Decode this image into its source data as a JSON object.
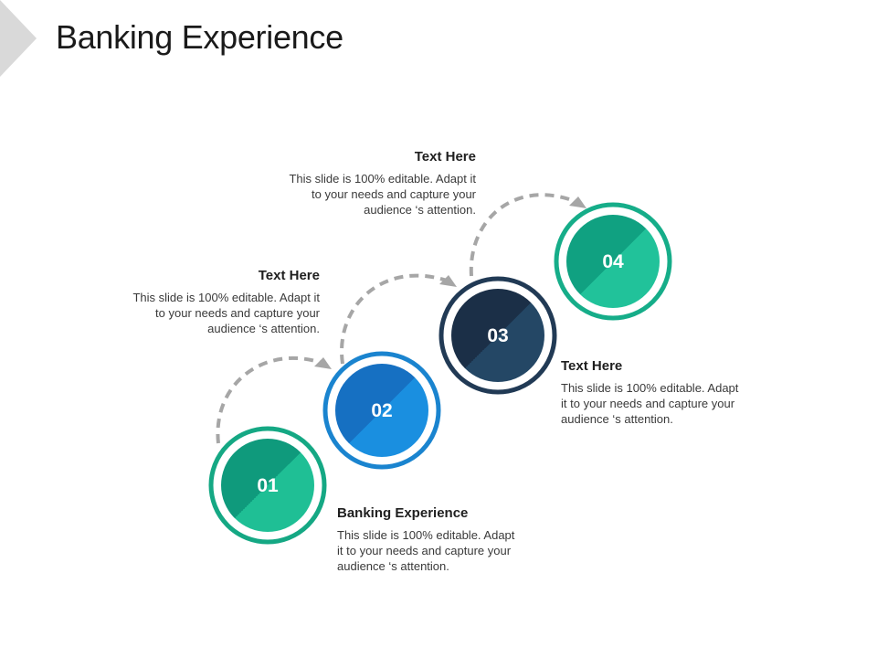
{
  "title": "Banking Experience",
  "steps": [
    {
      "number": "01",
      "color_dark": "#0f9a7c",
      "color_light": "#1fbf95",
      "ring": "#15a884"
    },
    {
      "number": "02",
      "color_dark": "#1670c2",
      "color_light": "#1a8fe0",
      "ring": "#1a84cf"
    },
    {
      "number": "03",
      "color_dark": "#1b2f47",
      "color_light": "#244765",
      "ring": "#213a55"
    },
    {
      "number": "04",
      "color_dark": "#10a181",
      "color_light": "#21c29a",
      "ring": "#16ad89"
    }
  ],
  "blocks": [
    {
      "heading": "Banking Experience",
      "body": [
        "This slide is 100% editable. Adapt",
        "it to your needs and capture your",
        "audience ‘s attention."
      ]
    },
    {
      "heading": "Text Here",
      "body": [
        "This slide is 100% editable. Adapt it",
        "to your needs and capture your",
        "audience ‘s attention."
      ]
    },
    {
      "heading": "Text Here",
      "body": [
        "This slide is 100% editable. Adapt",
        "it to your needs and capture your",
        "audience ‘s attention."
      ]
    },
    {
      "heading": "Text Here",
      "body": [
        "This slide is 100% editable. Adapt it",
        "to your needs and capture your",
        "audience ‘s attention."
      ]
    }
  ],
  "arrow_color": "#a6a6a6",
  "corner_color": "#d9d9d9"
}
